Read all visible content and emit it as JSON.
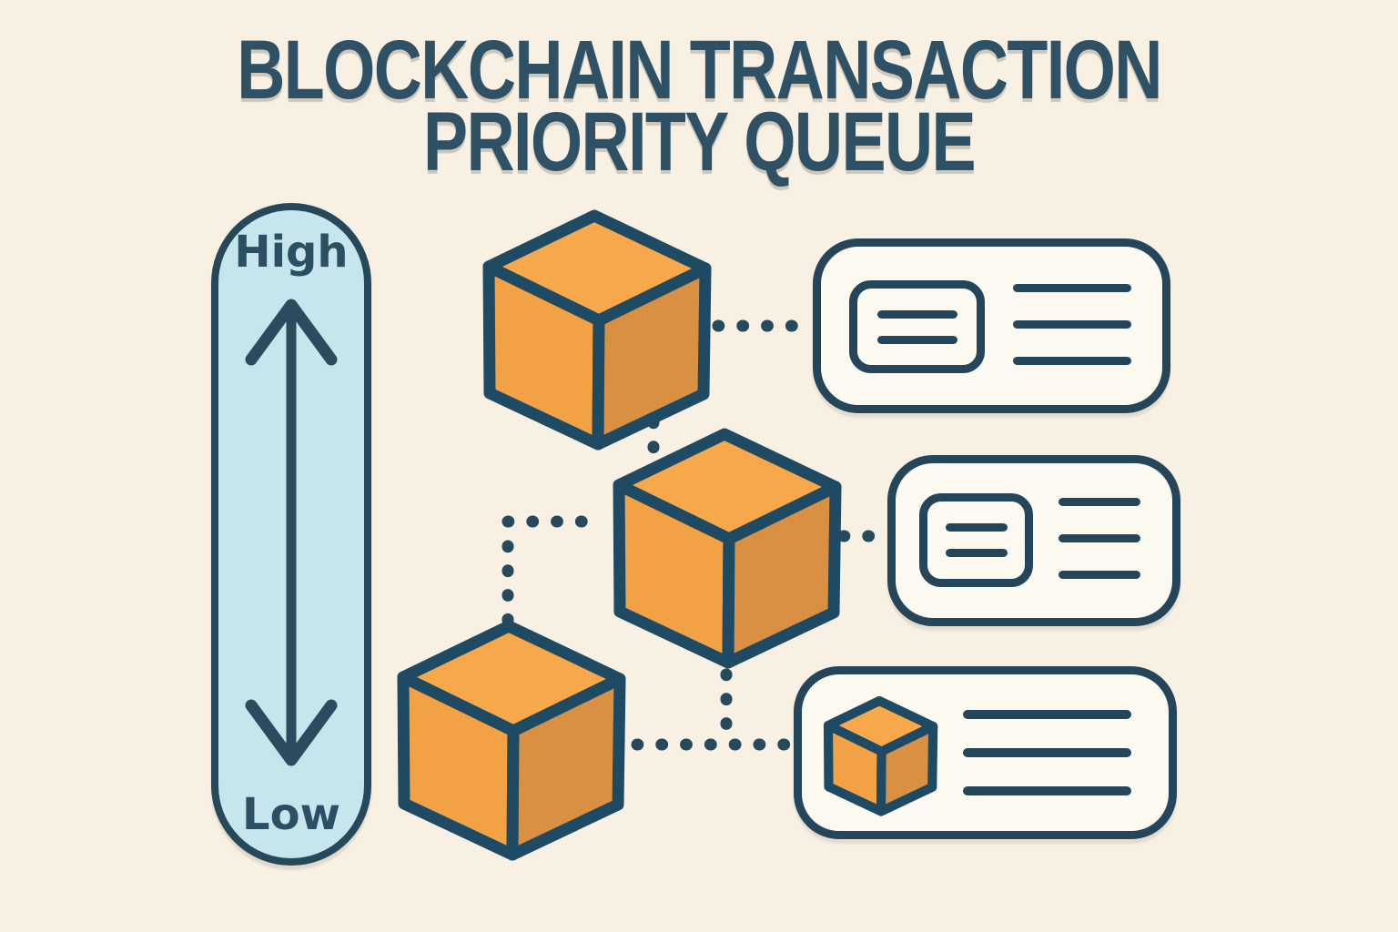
{
  "title": {
    "line1": "BLOCKCHAIN TRANSACTION",
    "line2": "PRIORITY QUEUE"
  },
  "priority_scale": {
    "high_label": "High",
    "low_label": "Low",
    "arrow_icon": "up-down-arrow-icon"
  },
  "colors": {
    "background": "#f8f0e3",
    "title_text": "#2e5166",
    "outline_ink": "#24455a",
    "scale_fill": "#c6e5ec",
    "scale_border": "#26485b",
    "block_top_face": "#f7a84b",
    "block_left_face": "#f2a145",
    "block_right_face": "#d99043",
    "block_outline": "#1f4a63",
    "card_fill": "#fcf9f0",
    "connector_dots": "#27495c"
  },
  "diagram": {
    "blocks": [
      {
        "id": "block-top",
        "icon": "block-icon",
        "scale_position": "high",
        "linked_to": [
          "card-1",
          "block-middle"
        ]
      },
      {
        "id": "block-middle",
        "icon": "block-icon",
        "scale_position": "middle",
        "linked_to": [
          "card-2",
          "block-bottom",
          "card-3"
        ]
      },
      {
        "id": "block-bottom",
        "icon": "block-icon",
        "scale_position": "low",
        "linked_to": [
          "card-3"
        ]
      }
    ],
    "cards": [
      {
        "id": "card-1",
        "left_icon": "framed-text-lines-icon",
        "frame_lines": 2,
        "detail_lines": 3
      },
      {
        "id": "card-2",
        "left_icon": "framed-text-lines-icon",
        "frame_lines": 2,
        "detail_lines": 3
      },
      {
        "id": "card-3",
        "left_icon": "small-block-icon",
        "detail_lines": 3
      }
    ]
  }
}
